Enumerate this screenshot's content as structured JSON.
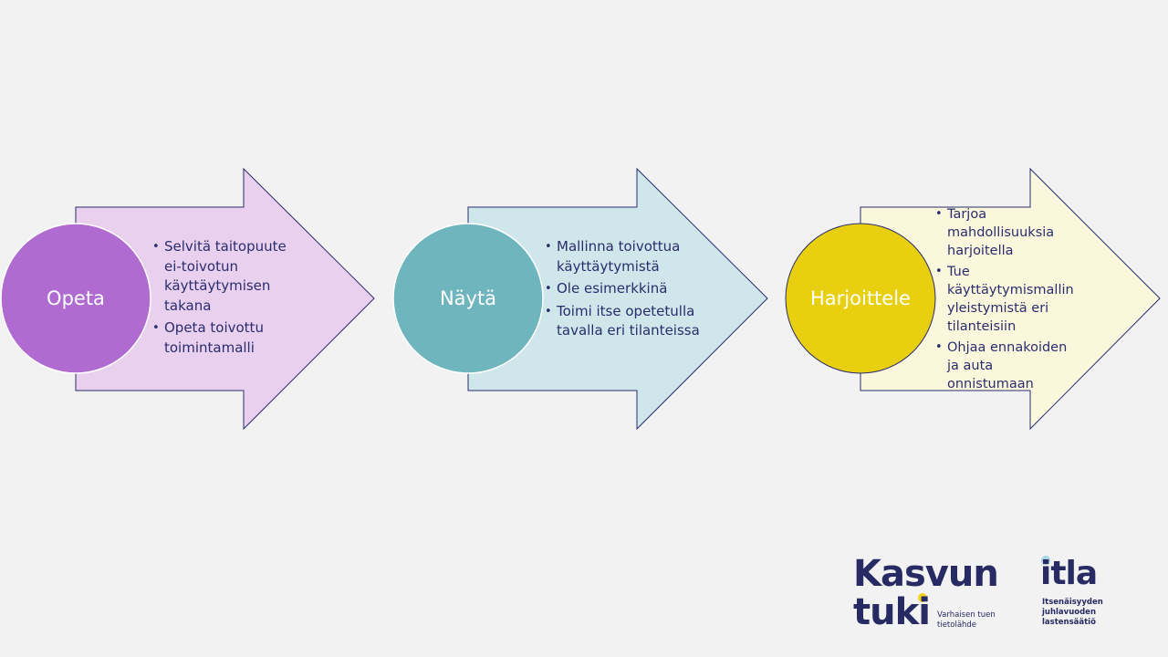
{
  "steps": [
    {
      "title": "Opeta",
      "bullets": [
        "Selvitä taitopuute ei-toivotun käyttäytymisen takana",
        "Opeta toivottu toimintamalli"
      ]
    },
    {
      "title": "Näytä",
      "bullets": [
        "Mallinna toivottua käyttäytymistä",
        "Ole esimerkkinä",
        "Toimi itse opetetulla tavalla eri tilanteissa"
      ]
    },
    {
      "title": "Harjoittele",
      "bullets": [
        "Tarjoa mahdollisuuksia harjoitella",
        "Tue käyttäytymismallin yleistymistä eri tilanteisiin",
        "Ohjaa ennakoiden ja auta onnistumaan"
      ]
    }
  ],
  "colors": {
    "background": "#f2f2f2",
    "arrow_outline": "#2a2d6e",
    "text": "#2a2d6e",
    "step1_circle": "#b06bd0",
    "step1_arrow": "#e8d0ee",
    "step2_circle": "#6eb5bd",
    "step2_arrow": "#cfe6ea",
    "step3_circle": "#e8cf10",
    "step3_arrow": "#fbf7dc",
    "logo_accent": "#f5d31c",
    "logo_dot": "#a9d4e6"
  },
  "logos": {
    "kasvun_line1": "Kasvun",
    "kasvun_line2": "tuki",
    "kasvun_tagline": "Varhaisen tuen tietolähde",
    "itla_word": "itla",
    "itla_tagline": "Itsenäisyyden juhlavuoden lastensäätiö"
  }
}
